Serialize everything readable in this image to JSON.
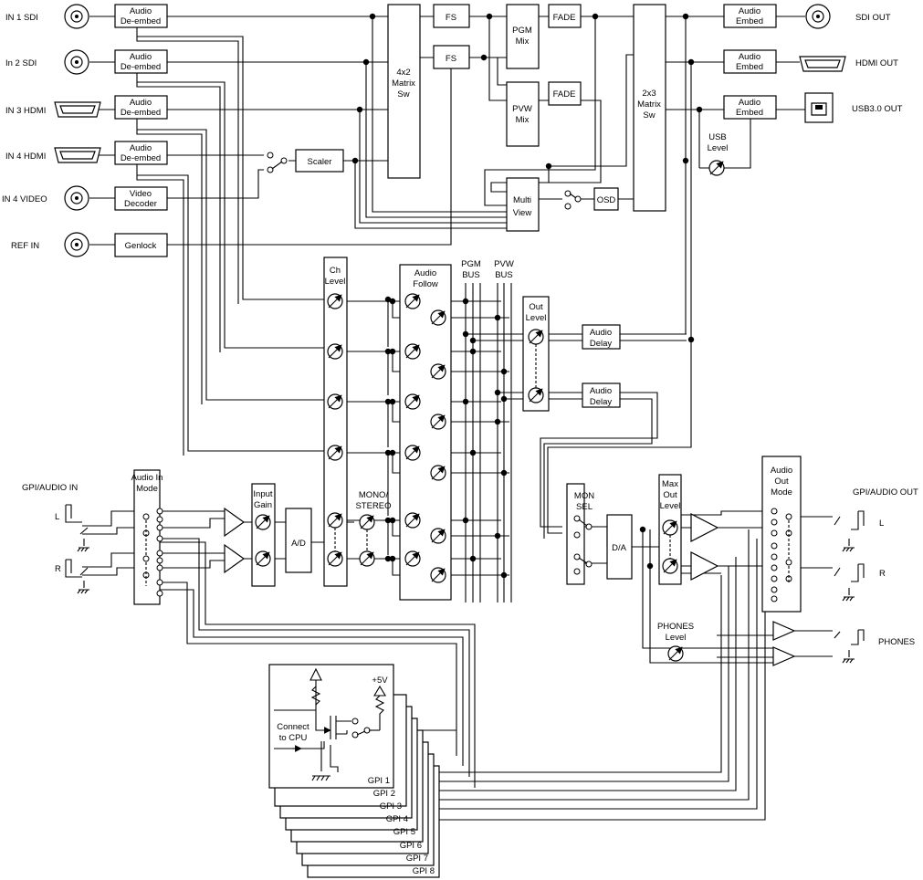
{
  "inputs": {
    "in1_sdi": "IN 1 SDI",
    "in2_sdi": "In 2 SDI",
    "in3_hdmi": "IN 3 HDMI",
    "in4_hdmi": "IN 4 HDMI",
    "in4_video": "IN 4 VIDEO",
    "ref_in": "REF IN",
    "gpi_audio_in": "GPI/AUDIO IN",
    "in_l": "L",
    "in_r": "R"
  },
  "outputs": {
    "sdi_out": "SDI OUT",
    "hdmi_out": "HDMI OUT",
    "usb_out": "USB3.0 OUT",
    "gpi_audio_out": "GPI/AUDIO OUT",
    "out_l": "L",
    "out_r": "R",
    "phones": "PHONES"
  },
  "blocks": {
    "audio": "Audio",
    "de_embed": "De-embed",
    "embed": "Embed",
    "video": "Video",
    "decoder": "Decoder",
    "genlock": "Genlock",
    "scaler": "Scaler",
    "matrix_4x2": [
      "4x2",
      "Matrix",
      "Sw"
    ],
    "matrix_2x3": [
      "2x3",
      "Matrix",
      "Sw"
    ],
    "fs": "FS",
    "pgm_mix": [
      "PGM",
      "Mix"
    ],
    "pvw_mix": [
      "PVW",
      "Mix"
    ],
    "fade": "FADE",
    "multi_view": [
      "Multi",
      "View"
    ],
    "osd": "OSD",
    "usb_level": [
      "USB",
      "Level"
    ],
    "ch_level": [
      "Ch",
      "Level"
    ],
    "audio_follow": [
      "Audio",
      "Follow"
    ],
    "pgm_bus": [
      "PGM",
      "BUS"
    ],
    "pvw_bus": [
      "PVW",
      "BUS"
    ],
    "out_level": [
      "Out",
      "Level"
    ],
    "audio_delay": [
      "Audio",
      "Delay"
    ],
    "audio_in_mode": [
      "Audio In",
      "Mode"
    ],
    "input_gain": [
      "Input",
      "Gain"
    ],
    "ad": "A/D",
    "mono_stereo": [
      "MONO/",
      "STEREO"
    ],
    "mon_sel": [
      "MON",
      "SEL"
    ],
    "da": "D/A",
    "max_out_level": [
      "Max",
      "Out",
      "Level"
    ],
    "audio_out_mode": [
      "Audio",
      "Out",
      "Mode"
    ],
    "phones_level": [
      "PHONES",
      "Level"
    ]
  },
  "gpi": {
    "plus5v": "+5V",
    "connect_cpu": [
      "Connect",
      "to CPU"
    ],
    "cards": [
      "GPI 1",
      "GPI 2",
      "GPI 3",
      "GPI 4",
      "GPI 5",
      "GPI 6",
      "GPI 7",
      "GPI 8"
    ]
  }
}
